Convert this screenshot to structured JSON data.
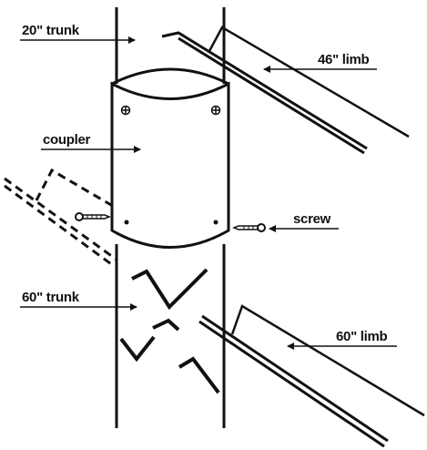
{
  "labels": {
    "trunk_upper": "20\" trunk",
    "limb_upper": "46\" limb",
    "coupler": "coupler",
    "screw": "screw",
    "trunk_lower": "60\" trunk",
    "limb_lower": "60\" limb"
  },
  "colors": {
    "ink": "#111111",
    "background": "#ffffff"
  },
  "icons": {
    "screw_left": "screw-icon",
    "screw_right": "screw-icon",
    "coupler_screw_holes": "screw-hole-icon"
  }
}
